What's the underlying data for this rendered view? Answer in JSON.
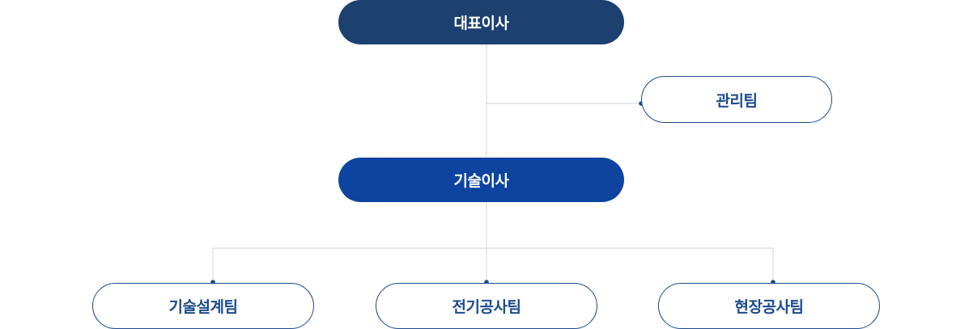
{
  "org": {
    "ceo": "대표이사",
    "management": "관리팀",
    "cto": "기술이사",
    "teams": [
      "기술설계팀",
      "전기공사팀",
      "현장공사팀"
    ]
  },
  "colors": {
    "dark_navy": "#1c4170",
    "blue": "#0e44a0",
    "outline": "#1c4a8c",
    "line": "#cfd3d8",
    "dot": "#1c4a8c"
  }
}
